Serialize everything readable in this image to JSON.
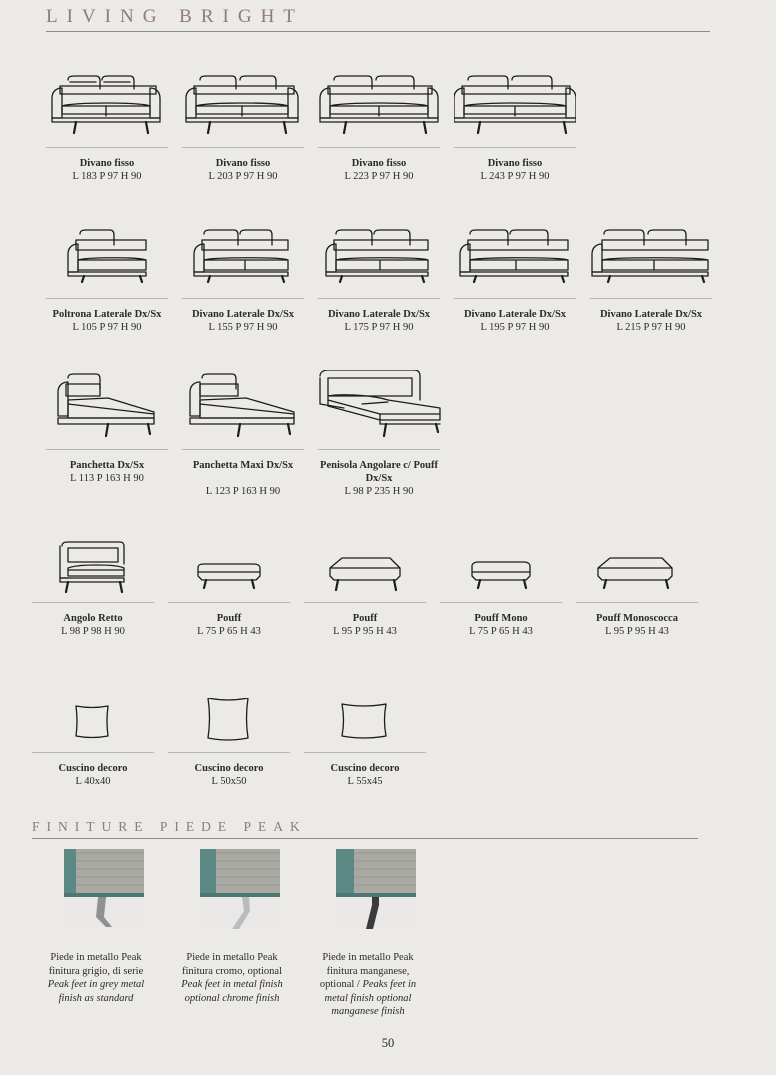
{
  "header": {
    "title": "LIVING BRIGHT"
  },
  "products": {
    "r1": [
      {
        "name": "Divano fisso",
        "dims": "L 183 P 97 H 90"
      },
      {
        "name": "Divano fisso",
        "dims": "L 203 P 97 H 90"
      },
      {
        "name": "Divano fisso",
        "dims": "L 223 P 97 H 90"
      },
      {
        "name": "Divano fisso",
        "dims": "L 243 P 97 H 90"
      }
    ],
    "r2": [
      {
        "name": "Poltrona Laterale Dx/Sx",
        "dims": "L 105 P 97 H 90"
      },
      {
        "name": "Divano Laterale Dx/Sx",
        "dims": "L 155 P 97 H 90"
      },
      {
        "name": "Divano Laterale Dx/Sx",
        "dims": "L 175 P 97 H 90"
      },
      {
        "name": "Divano Laterale Dx/Sx",
        "dims": "L 195 P 97 H 90"
      },
      {
        "name": "Divano Laterale Dx/Sx",
        "dims": "L 215 P 97 H 90"
      }
    ],
    "r3": [
      {
        "name": "Panchetta Dx/Sx",
        "dims": "L 113 P 163 H 90"
      },
      {
        "name": "Panchetta Maxi Dx/Sx",
        "dims": "L 123 P 163 H 90"
      },
      {
        "name": "Penisola Angolare c/ Pouff Dx/Sx",
        "dims": "L 98 P 235 H 90"
      }
    ],
    "r4": [
      {
        "name": "Angolo Retto",
        "dims": "L 98 P 98 H 90"
      },
      {
        "name": "Pouff",
        "dims": "L 75 P 65 H 43"
      },
      {
        "name": "Pouff",
        "dims": "L 95 P 95 H 43"
      },
      {
        "name": "Pouff Mono",
        "dims": "L 75 P 65 H 43"
      },
      {
        "name": "Pouff Monoscocca",
        "dims": "L 95 P 95 H 43"
      }
    ],
    "r5": [
      {
        "name": "Cuscino decoro",
        "dims": "L 40x40"
      },
      {
        "name": "Cuscino decoro",
        "dims": "L 50x50"
      },
      {
        "name": "Cuscino decoro",
        "dims": "L 55x45"
      }
    ]
  },
  "finishes_header": "FINITURE PIEDE PEAK",
  "finishes": [
    {
      "line1": "Piede in metallo Peak",
      "line2": "finitura grigio, di serie",
      "it1": "Peak feet in grey metal",
      "it2": "finish as standard",
      "it3": ""
    },
    {
      "line1": "Piede in metallo Peak",
      "line2": "finitura cromo, optional",
      "it1": "Peak feet in metal finish",
      "it2": "optional chrome finish",
      "it3": ""
    },
    {
      "line1": "Piede in metallo Peak",
      "line2": "finitura manganese,",
      "line3": "optional / ",
      "it1": "Peaks feet in",
      "it2": "metal finish optional",
      "it3": "manganese finish"
    }
  ],
  "finish_colors": [
    "#8e9092",
    "#b9bcbf",
    "#3b3b3b"
  ],
  "fabric_color": "#6f9a96",
  "page_number": "50"
}
